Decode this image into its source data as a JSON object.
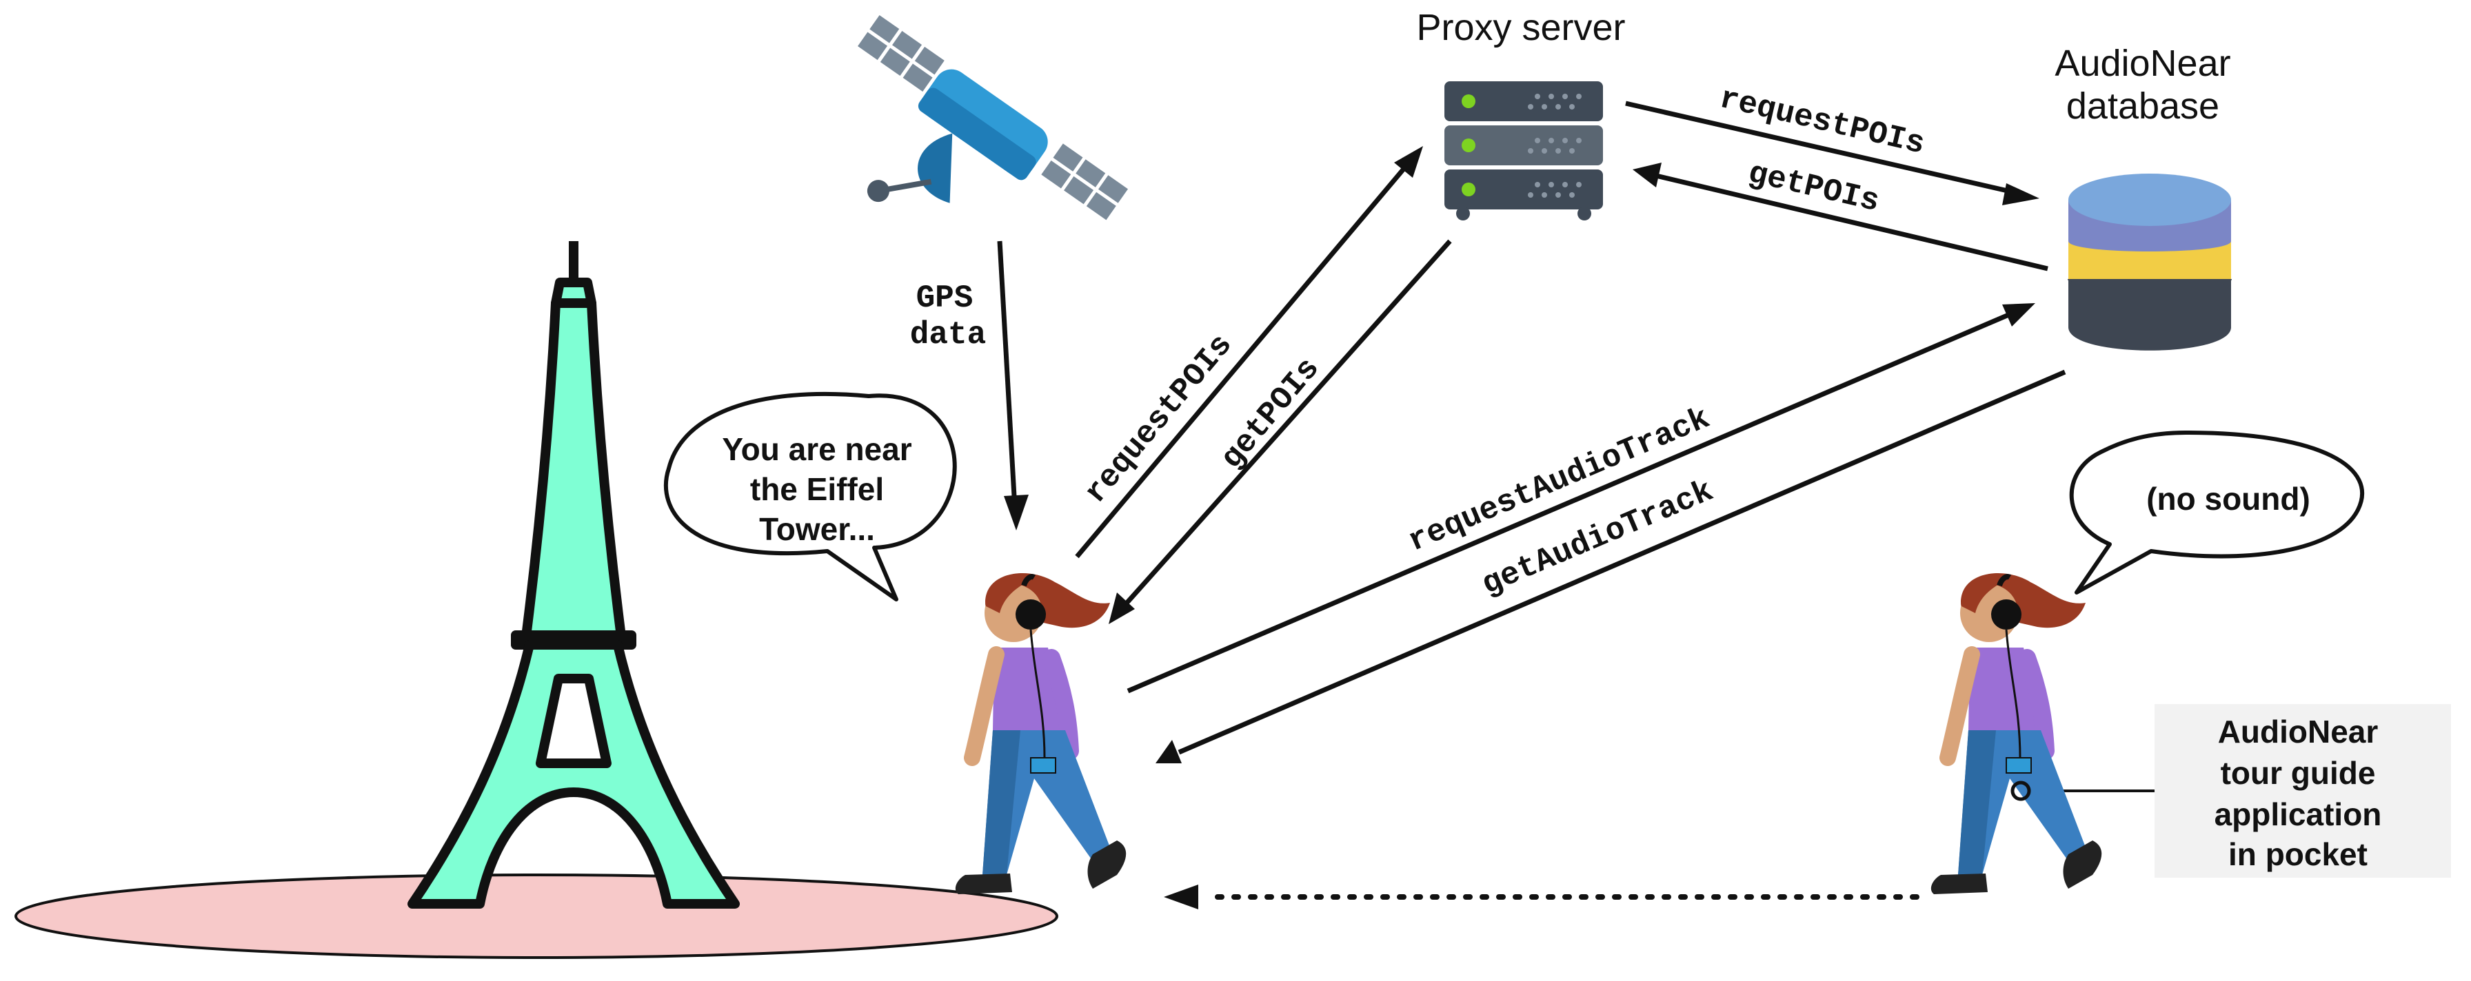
{
  "labels": {
    "proxy_server": "Proxy server",
    "db_line1": "AudioNear",
    "db_line2": "database",
    "gps_line1": "GPS",
    "gps_line2": "data"
  },
  "messages": {
    "request_pois_left": "requestPOIs",
    "get_pois_left": "getPOIs",
    "request_pois_top": "requestPOIs",
    "get_pois_top": "getPOIs",
    "request_audio": "requestAudioTrack",
    "get_audio": "getAudioTrack"
  },
  "bubbles": {
    "left_line1": "You are near",
    "left_line2": "the Eiffel",
    "left_line3": "Tower...",
    "right": "(no sound)"
  },
  "note": {
    "line1": "AudioNear",
    "line2": "tour guide",
    "line3": "application",
    "line4": "in pocket"
  },
  "colors": {
    "tower_fill": "#7fffd4",
    "ground_fill": "#f7c9c9",
    "server_body": "#3f4a57",
    "server_led": "#7ed321",
    "satellite_blue": "#2f9bd6",
    "satellite_panel": "#7a8a99",
    "db_top": "#7aa7dc",
    "db_mid": "#7b86c6",
    "db_yellow": "#f2cd45",
    "db_bottom": "#3e4652",
    "shirt": "#9b6fd6",
    "jeans": "#3a7fc1",
    "hair": "#9a3a22",
    "skin": "#d9a47a",
    "note_bg": "#f2f2f2"
  },
  "icons": [
    "satellite-icon",
    "server-icon",
    "database-icon",
    "eiffel-tower-icon",
    "walking-person-icon",
    "headphones-icon",
    "phone-icon"
  ]
}
